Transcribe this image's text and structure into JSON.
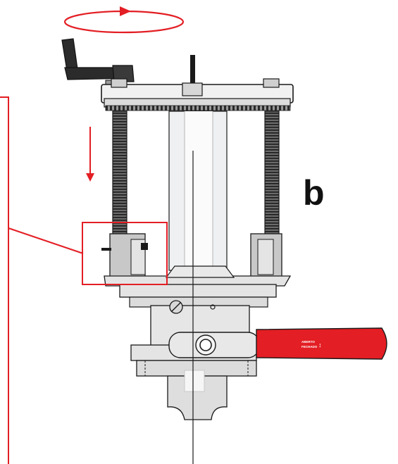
{
  "diagram": {
    "panel_label": "b",
    "valve_handle_text_line1": "ABERTO",
    "valve_handle_text_line2": "FECHADO",
    "valve_handle_arrows": "↕",
    "colors": {
      "annotation": "#e31e24",
      "outline": "#1a1a1a",
      "body_fill": "#e4e4e4",
      "body_dark": "#c8c8c8",
      "cylinder_fill": "#eef0f2",
      "handle_fill": "#e31e24",
      "crank_fill": "#2b2b2b"
    },
    "icons": {
      "rotation": "circular-arrow-icon",
      "direction": "down-arrow-icon",
      "crank": "crank-handle-icon"
    }
  }
}
